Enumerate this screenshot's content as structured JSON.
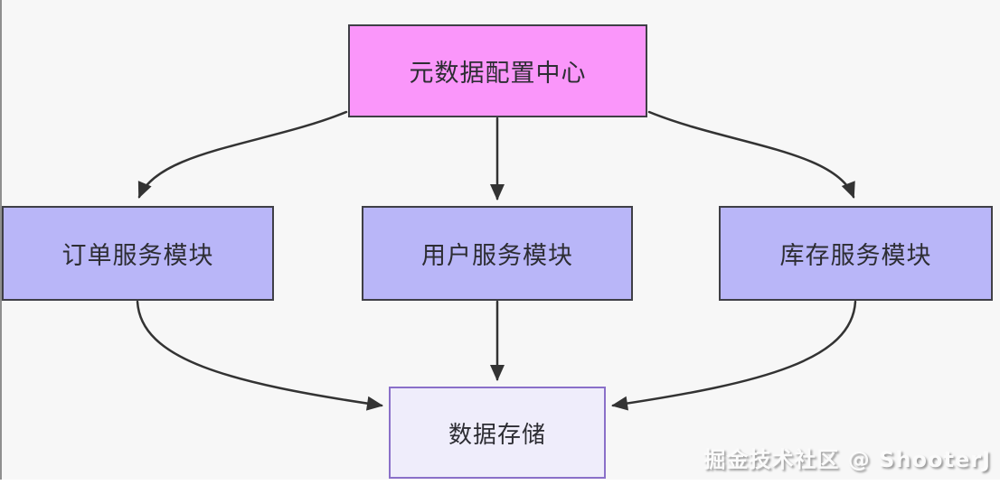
{
  "diagram": {
    "title": "metadata-configuration-architecture",
    "nodes": {
      "metadata_center": {
        "label": "元数据配置中心"
      },
      "order_service": {
        "label": "订单服务模块"
      },
      "user_service": {
        "label": "用户服务模块"
      },
      "inventory_service": {
        "label": "库存服务模块"
      },
      "data_storage": {
        "label": "数据存储"
      }
    },
    "edges": [
      {
        "from": "metadata_center",
        "to": "order_service"
      },
      {
        "from": "metadata_center",
        "to": "user_service"
      },
      {
        "from": "metadata_center",
        "to": "inventory_service"
      },
      {
        "from": "order_service",
        "to": "data_storage"
      },
      {
        "from": "user_service",
        "to": "data_storage"
      },
      {
        "from": "inventory_service",
        "to": "data_storage"
      }
    ]
  },
  "watermark": {
    "text": "掘金技术社区 @ ShooterJ"
  },
  "colors": {
    "background": "#F7F7F7",
    "metadata_center_fill": "#FA96FA",
    "service_fill": "#B9B6F8",
    "storage_fill": "#EFEDFB",
    "storage_border": "#8A70C9",
    "node_border": "#3F3F46",
    "arrow": "#333333",
    "text": "#2D2D33",
    "watermark_color": "#FBFBFB",
    "watermark_shadow": "#9A9A9A"
  }
}
